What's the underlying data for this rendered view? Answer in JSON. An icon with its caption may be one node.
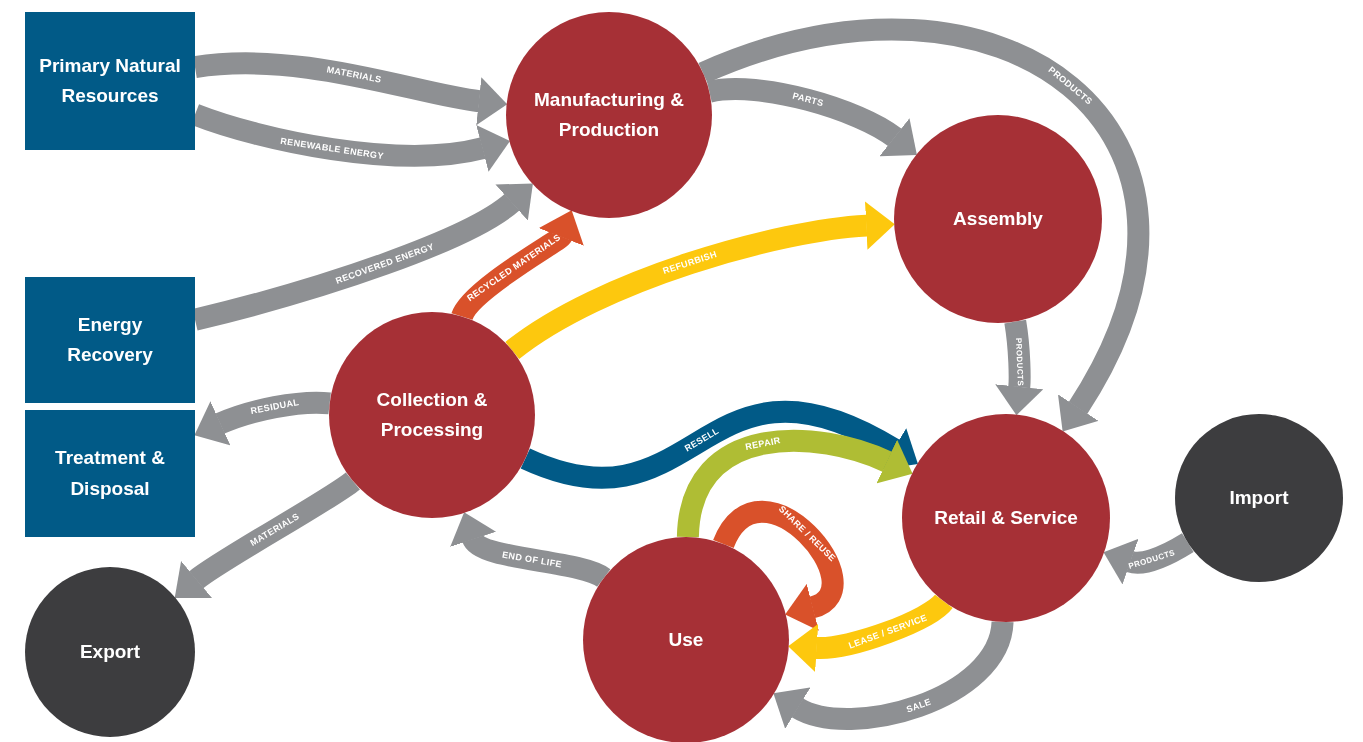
{
  "diagram": {
    "nodes": [
      {
        "text": [
          "Primary Natural Resources"
        ]
      },
      {
        "text": [
          "Energy Recovery"
        ]
      },
      {
        "text": [
          "Treatment & Disposal"
        ]
      },
      {
        "text": [
          "Export"
        ]
      },
      {
        "text": [
          "Manufacturing & Production"
        ]
      },
      {
        "text": [
          "Assembly"
        ]
      },
      {
        "text": [
          "Collection & Processing"
        ]
      },
      {
        "text": [
          "Retail & Service"
        ]
      },
      {
        "text": [
          "Import"
        ]
      },
      {
        "text": [
          "Use"
        ]
      }
    ],
    "edges": [
      {
        "from": 0,
        "to": 4,
        "arrow": "to",
        "label": "MATERIALS"
      },
      {
        "from": 0,
        "to": 4,
        "arrow": "to",
        "label": "RENEWABLE ENERGY"
      },
      {
        "from": 1,
        "to": 4,
        "arrow": "to",
        "label": "RECOVERED ENERGY"
      },
      {
        "from": 6,
        "to": 4,
        "arrow": "to",
        "label": "RECYCLED MATERIALS",
        "color": "#d9512a"
      },
      {
        "from": 4,
        "to": 5,
        "arrow": "to",
        "label": "PARTS"
      },
      {
        "from": 4,
        "to": 7,
        "arrow": "to",
        "label": "PRODUCTS"
      },
      {
        "from": 6,
        "to": 5,
        "arrow": "to",
        "label": "REFURBISH",
        "color": "#fdc80e"
      },
      {
        "from": 6,
        "to": 7,
        "arrow": "to",
        "label": "RESELL",
        "color": "#015a87"
      },
      {
        "from": 5,
        "to": 7,
        "arrow": "to",
        "label": "PRODUCTS"
      },
      {
        "from": 6,
        "to": 2,
        "arrow": "to",
        "label": "RESIDUAL"
      },
      {
        "from": 6,
        "to": 3,
        "arrow": "to",
        "label": "MATERIALS"
      },
      {
        "from": 9,
        "to": 7,
        "arrow": "to",
        "label": "REPAIR",
        "color": "#afbd34"
      },
      {
        "from": 9,
        "to": 9,
        "arrow": "to",
        "label": "SHARE / REUSE",
        "color": "#d9512a"
      },
      {
        "from": 7,
        "to": 9,
        "arrow": "to",
        "label": "LEASE / SERVICE",
        "color": "#fdc80e"
      },
      {
        "from": 7,
        "to": 9,
        "arrow": "to",
        "label": "SALE"
      },
      {
        "from": 8,
        "to": 7,
        "arrow": "to",
        "label": "PRODUCTS"
      },
      {
        "from": 9,
        "to": 6,
        "arrow": "to",
        "label": "END OF LIFE"
      }
    ]
  }
}
